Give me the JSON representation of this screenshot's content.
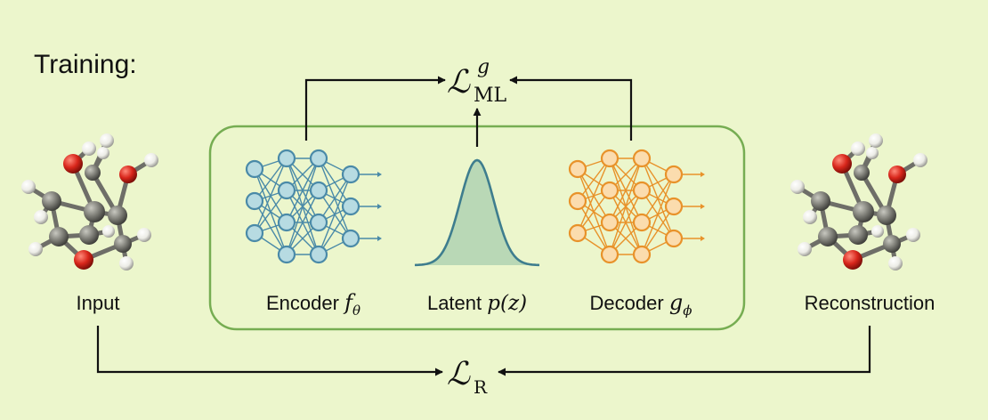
{
  "heading": "Training:",
  "loss_ml": {
    "script": "ℒ",
    "sub": "ML",
    "sup": "g"
  },
  "loss_r": {
    "script": "ℒ",
    "sub": "R"
  },
  "input_label": "Input",
  "reconstruction_label": "Reconstruction",
  "encoder": {
    "word": "Encoder",
    "sym": "f",
    "sub": "θ",
    "color": "#4a8aa8",
    "fill": "#b7dbe2"
  },
  "latent": {
    "word": "Latent",
    "expr": "p(z)",
    "color": "#3e7d8e",
    "fill": "#b9d8b6"
  },
  "decoder": {
    "word": "Decoder",
    "sym": "g",
    "sub": "ϕ",
    "color": "#e8922a",
    "fill": "#fbdcae"
  },
  "colors": {
    "background": "#ecf6cc",
    "box_border": "#76ad52",
    "arrow": "#111111",
    "oxygen": "#d8261b",
    "carbon": "#7d7d76",
    "hydrogen": "#f2f2ee"
  }
}
